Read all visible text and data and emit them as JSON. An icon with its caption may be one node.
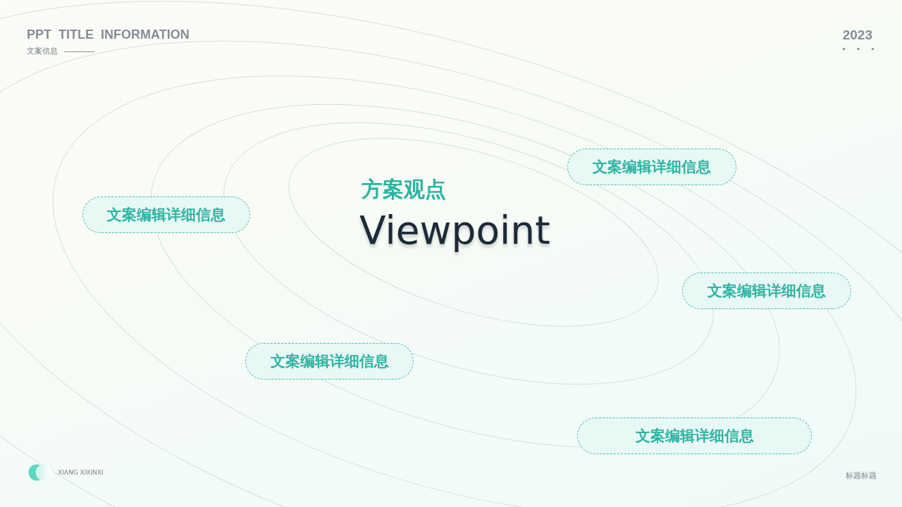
{
  "diagram": {
    "title": "PPT TITLE INFORMATION",
    "nodes": [
      {
        "text": [
          "文案编辑详细信息"
        ]
      },
      {
        "text": [
          "文案编辑详细信息"
        ]
      },
      {
        "text": [
          "文案编辑详细信息"
        ]
      },
      {
        "text": [
          "文案编辑详细信息"
        ]
      },
      {
        "text": [
          "文案编辑详细信息"
        ]
      }
    ],
    "labels": [
      "文案信息",
      "2023",
      "方案观点",
      "Viewpoint",
      "XIANG XIXINXI",
      "标题标题"
    ]
  }
}
